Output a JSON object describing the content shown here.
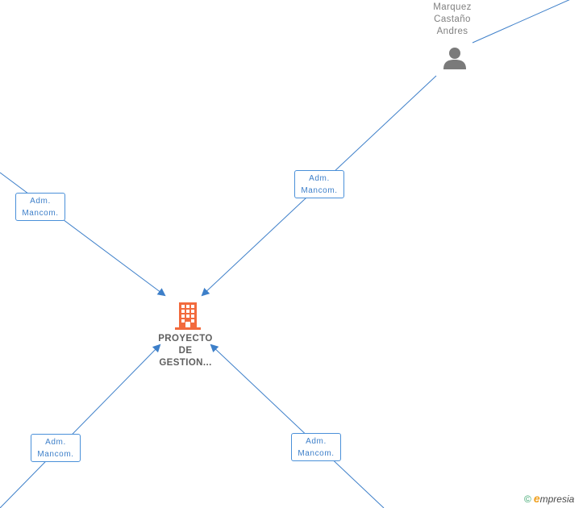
{
  "company": {
    "name_line1": "PROYECTO",
    "name_line2": "DE",
    "name_line3": "GESTION..."
  },
  "person": {
    "name_line1": "Marquez",
    "name_line2": "Castaño",
    "name_line3": "Andres"
  },
  "edges": [
    {
      "line1": "Adm.",
      "line2": "Mancom."
    },
    {
      "line1": "Adm.",
      "line2": "Mancom."
    },
    {
      "line1": "Adm.",
      "line2": "Mancom."
    },
    {
      "line1": "Adm.",
      "line2": "Mancom."
    }
  ],
  "watermark": {
    "copyright": "©",
    "brand_initial": "e",
    "brand_rest": "mpresia"
  },
  "colors": {
    "edge_line": "#3d7fc9",
    "company_icon": "#f26a3d",
    "person_icon": "#7a7a7a",
    "label_text": "#3d7fc9"
  }
}
